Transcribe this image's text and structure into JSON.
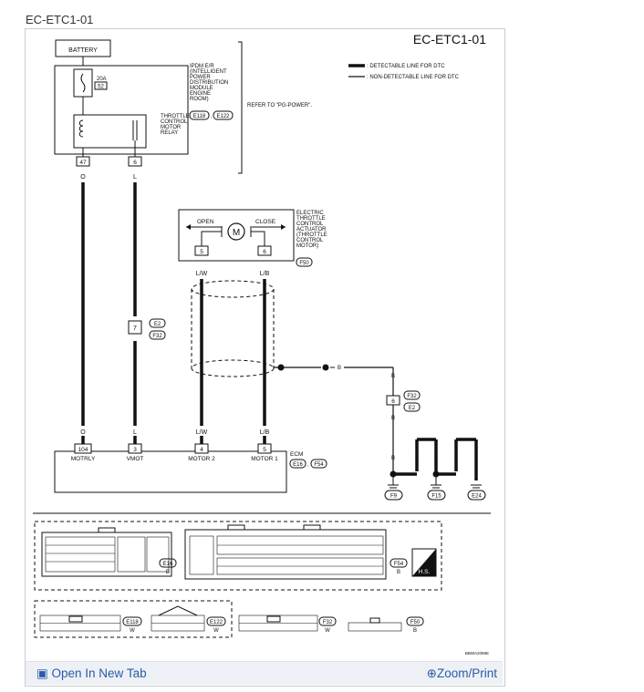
{
  "page_caption": "EC-ETC1-01",
  "diagram": {
    "code": "EC-ETC1-01",
    "battery": "BATTERY",
    "ipdm_label": [
      "IPDM E/R",
      "(INTELLIGENT",
      "POWER",
      "DISTRIBUTION",
      "MODULE",
      "ENGINE",
      "ROOM)"
    ],
    "ipdm_conn_a": "E118",
    "ipdm_conn_b": "E122",
    "fuse_rating": "20A",
    "fuse_no": "52",
    "relay_label": [
      "THROTTLE",
      "CONTROL",
      "MOTOR",
      "RELAY"
    ],
    "refer": "REFER TO \"PG-POWER\".",
    "legend_detectable": ": DETECTABLE LINE FOR DTC",
    "legend_nondetectable": ": NON-DETECTABLE LINE FOR DTC",
    "pin_47": "47",
    "pin_6": "6",
    "wire_o": "O",
    "wire_l": "L",
    "actuator_label": [
      "ELECTRIC",
      "THROTTLE",
      "CONTROL",
      "ACTUATOR",
      "(THROTTLE",
      "CONTROL",
      "MOTOR)"
    ],
    "actuator_conn": "F50",
    "open": "OPEN",
    "close": "CLOSE",
    "motor": "M",
    "act_pin_5": "5",
    "act_pin_6": "6",
    "wire_lw": "L/W",
    "wire_lb": "L/B",
    "joint_pin": "7",
    "joint_conn_a": "E2",
    "joint_conn_b": "F32",
    "shield_wire": "B",
    "ground_joint_pin": "6",
    "ground_conn_a": "F32",
    "ground_conn_b": "E2",
    "ecm_pins": [
      "104",
      "3",
      "4",
      "5"
    ],
    "ecm_terms": [
      "MOTRLY",
      "VMOT",
      "MOTOR 2",
      "MOTOR 1"
    ],
    "ecm_label": "ECM",
    "ecm_conn_a": "E16",
    "ecm_conn_b": "F54",
    "grounds": [
      "F9",
      "F15",
      "E24"
    ],
    "conn_e16": "E16",
    "conn_e16_color": "B",
    "conn_f54": "F54",
    "conn_f54_color": "B",
    "hs": "H.S.",
    "conn_e118": "E118",
    "conn_e118_color": "W",
    "conn_e122": "E122",
    "conn_e122_color": "W",
    "conn_f32": "F32",
    "conn_f32_color": "W",
    "conn_f50": "F50",
    "conn_f50_color": "B",
    "drawing_id": "BBWA2099E"
  },
  "footer": {
    "open_tab": "Open In New Tab",
    "zoom_print": "Zoom/Print",
    "open_icon": "open-tab-icon",
    "zoom_icon": "magnifier-icon"
  },
  "colors": {
    "link": "#2a5aa8",
    "footer_bg": "#edf1f5"
  }
}
